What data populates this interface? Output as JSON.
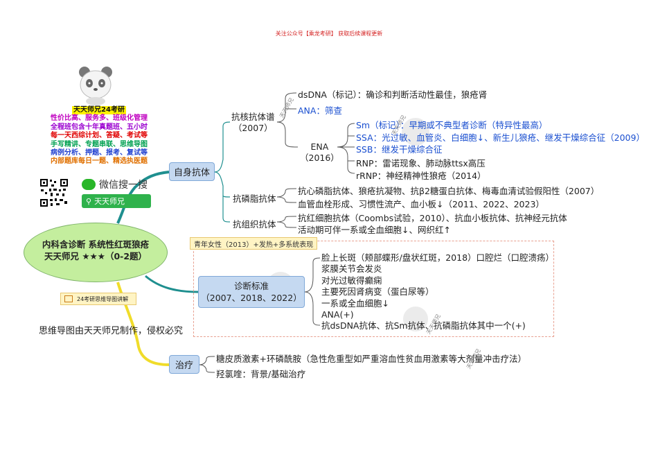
{
  "header_notice": "关注公众号【乘龙考研】 获取后续课程更新",
  "promo": {
    "title": "天天师兄24考研",
    "lines": [
      {
        "text": "性价比高、服务多、班级化管理",
        "color": "#c000c0"
      },
      {
        "text": "全程班包含十年真题班、五小时",
        "color": "#9b00d0"
      },
      {
        "text": "每一天西综计划、答疑、考试等",
        "color": "#e00000"
      },
      {
        "text": "手写精讲、专题串联、思维导图",
        "color": "#00a050"
      },
      {
        "text": "病例分析、押题、报考、复试等",
        "color": "#2040d0"
      },
      {
        "text": "内部题库每日一题、精选执医题",
        "color": "#e07000"
      }
    ]
  },
  "wechat": {
    "label": "微信搜一搜",
    "search_text": "天天师兄"
  },
  "root": {
    "line1": "内科含诊断 系统性红斑狼疮",
    "line2": "天天师兄 ★★★（0-2题）"
  },
  "note_tag": "24考研思维导图讲解",
  "copyright": "思维导图由天天师兄制作，侵权必究",
  "branches": {
    "autoimmune": {
      "label": "自身抗体",
      "nuclear": {
        "label": "抗核抗体谱",
        "year": "（2007）",
        "dsdna": "dsDNA（标记）：确诊和判断活动性最佳，狼疮肾",
        "ana": "ANA：筛查",
        "ena": {
          "label": "ENA",
          "year": "（2016）",
          "sm": "Sm（标记）：早期或不典型者诊断（特异性最高）",
          "ssa": "SSA：光过敏、血管炎、白细胞↓、新生儿狼疮、继发干燥综合征（2009）",
          "ssb": "SSB：继发干燥综合征",
          "rnp": "RNP：雷诺现象、肺动脉ttsx高压",
          "rrnp": "rRNP：神经精神性狼疮（2014）"
        }
      },
      "phospholipid": {
        "label": "抗磷脂抗体",
        "line1": "抗心磷脂抗体、狼疮抗凝物、抗β2糖蛋白抗体、梅毒血清试验假阳性（2007）",
        "line2": "血管血栓形成、习惯性流产、血小板↓（2011、2022、2023）"
      },
      "tissue": {
        "label": "抗组织抗体",
        "line1": "抗红细胞抗体（Coombs试验，2010）、抗血小板抗体、抗神经元抗体",
        "line2": "活动期可伴一系或全血细胞↓、网织红↑"
      }
    },
    "diagnosis": {
      "label": "诊断标准",
      "years": "（2007、2018、2022）",
      "header": "青年女性（2013）+发热+多系统表现",
      "criteria": [
        "脸上长斑（颊部蝶形/盘状红斑，2018）口腔烂（口腔溃疡）",
        "浆膜关节会发炎",
        "对光过敏得癫痫",
        "主要死因肾病变（蛋白尿等）",
        "一系或全血细胞↓",
        "ANA(+)",
        "抗dsDNA抗体、抗Sm抗体、抗磷脂抗体其中一个(+)"
      ]
    },
    "treatment": {
      "label": "治疗",
      "line1": "糖皮质激素+环磷酰胺（急性危重型如严重溶血性贫血用激素等大剂量冲击疗法）",
      "line2": "羟氯喹：背景/基础治疗"
    }
  },
  "watermark": "天天师兄",
  "colors": {
    "root_fill": "#c4ee9e",
    "node_fill": "#c5d9f1",
    "trunk_teal": "#1f8f8f",
    "trunk_yellow": "#f0dc2a",
    "accent_blue": "#1a4fd0"
  }
}
